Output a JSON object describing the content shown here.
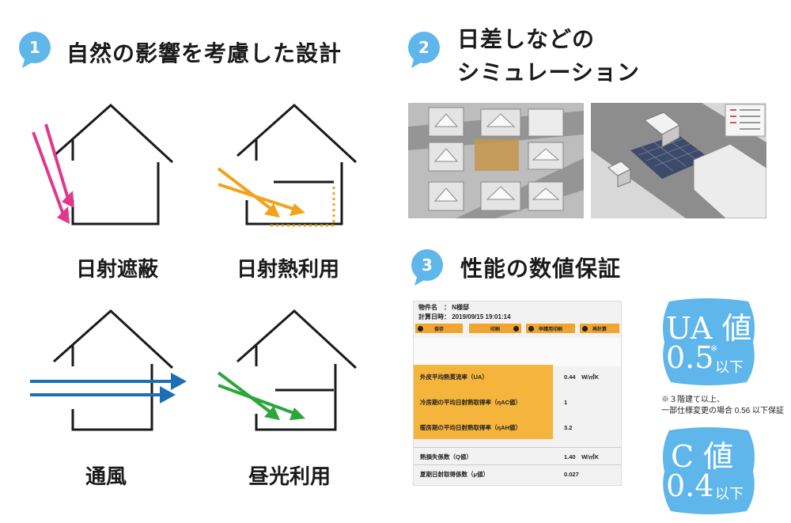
{
  "sections": {
    "s1": {
      "number": "1",
      "title": "自然の影響を考慮した設計"
    },
    "s2": {
      "number": "2",
      "title_line1": "日差しなどの",
      "title_line2": "シミュレーション"
    },
    "s3": {
      "number": "3",
      "title": "性能の数値保証"
    }
  },
  "features": [
    {
      "label": "日射遮蔽",
      "arrow_color": "#e0388a"
    },
    {
      "label": "日射熱利用",
      "arrow_color": "#f2a21b"
    },
    {
      "label": "通風",
      "arrow_color": "#1a6fb5"
    },
    {
      "label": "昼光利用",
      "arrow_color": "#2aa63a"
    }
  ],
  "panel": {
    "property_label": "物件名　：",
    "property_value": "N様邸",
    "calc_label": "計算日時：",
    "calc_value": "2019/09/15 19:01:14",
    "buttons": [
      "保存",
      "印刷",
      "申請用印刷",
      "再計算"
    ],
    "rows": [
      {
        "label": "外皮平均熱貫流率（UA）",
        "value": "0.44　W/㎡K"
      },
      {
        "label": "冷房期の平均日射熱取得率（ηAC値）",
        "value": "1"
      },
      {
        "label": "暖房期の平均日射熱取得率（ηAH値）",
        "value": "3.2"
      },
      {
        "label": "熱損失係数（Q値）",
        "value": "1.40　W/㎡K"
      },
      {
        "label": "夏期日射取得係数（μ値）",
        "value": "0.027"
      }
    ]
  },
  "ua_badge": {
    "name": "UA",
    "kanji": "値",
    "value": "0.5",
    "mark": "※",
    "suffix": "以下"
  },
  "c_badge": {
    "name": "C",
    "kanji": "値",
    "value": "0.4",
    "suffix": "以下"
  },
  "note": {
    "line1": "※３階建て以上、",
    "line2": "一部仕様変更の場合 0.56 以下保証"
  },
  "colors": {
    "badge_blue": "#5fb6ea",
    "orange": "#f5b43c"
  }
}
